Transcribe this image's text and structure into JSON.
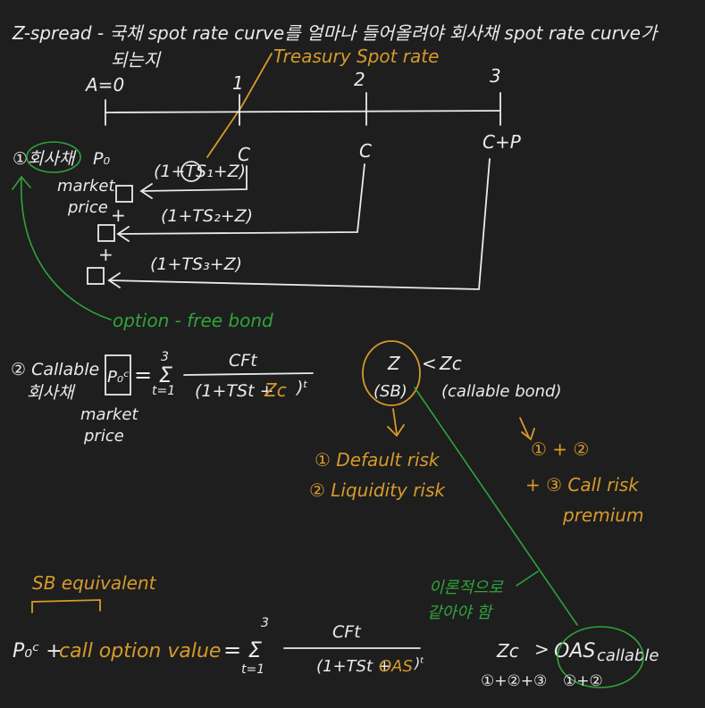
{
  "header": {
    "line1": "Z-spread - 국채 spot rate curve를 얼마나 들어올려야 회사채 spot rate curve가",
    "line2": "되는지",
    "treasury_label": "Treasury Spot rate"
  },
  "timeline": {
    "t0": "A=0",
    "t1": "1",
    "t2": "2",
    "t3": "3",
    "cf1": "C",
    "cf2": "C",
    "cf3": "C+P"
  },
  "section1": {
    "num_label": "①회사채",
    "p0": "P₀",
    "market": "market",
    "price": "price",
    "disc1": "(1+TS₁+Z)",
    "disc2": "(1+TS₂+Z)",
    "disc3": "(1+TS₃+Z)",
    "z_glyph": "Z",
    "plus": "+",
    "green_note": "option - free bond"
  },
  "section2": {
    "callable": "② Callable",
    "hoesachae": "회사채",
    "pc0": "P₀ᶜ",
    "market": "market",
    "price": "price",
    "formula_eq": "= Σ",
    "sum_top": "3",
    "sum_bot": "t=1",
    "numer": "CFt",
    "denom_left": "(1+TSt +",
    "denom_z": "Zc",
    "denom_right": ")ᵗ"
  },
  "comparison": {
    "z": "Z",
    "lt": "<",
    "zc": "Zc",
    "sb": "(SB)",
    "callable_bond": "(callable bond)",
    "arrow": "↓"
  },
  "risks": {
    "r1": "① Default risk",
    "r2": "② Liquidity risk",
    "sum_top": "① + ②",
    "sum_mid": "+ ③ Call risk",
    "sum_bot": "premium"
  },
  "section3": {
    "sb_equiv": "SB equivalent",
    "pc0": "P₀ᶜ +",
    "call_option": "call option value",
    "eq": "= Σ",
    "sum_top": "3",
    "sum_bot": "t=1",
    "numer": "CFt",
    "denom_left": "(1+TSt +",
    "denom_oas": "OAS",
    "denom_right": ")ᵗ"
  },
  "bottom_right": {
    "korean_note_1": "이론적으로",
    "korean_note_2": "같아야 함",
    "zc": "Zc",
    "gt": ">",
    "oas": "OAS",
    "callable": "callable",
    "zc_sub": "①+②+③",
    "oas_sub": "①+②"
  }
}
